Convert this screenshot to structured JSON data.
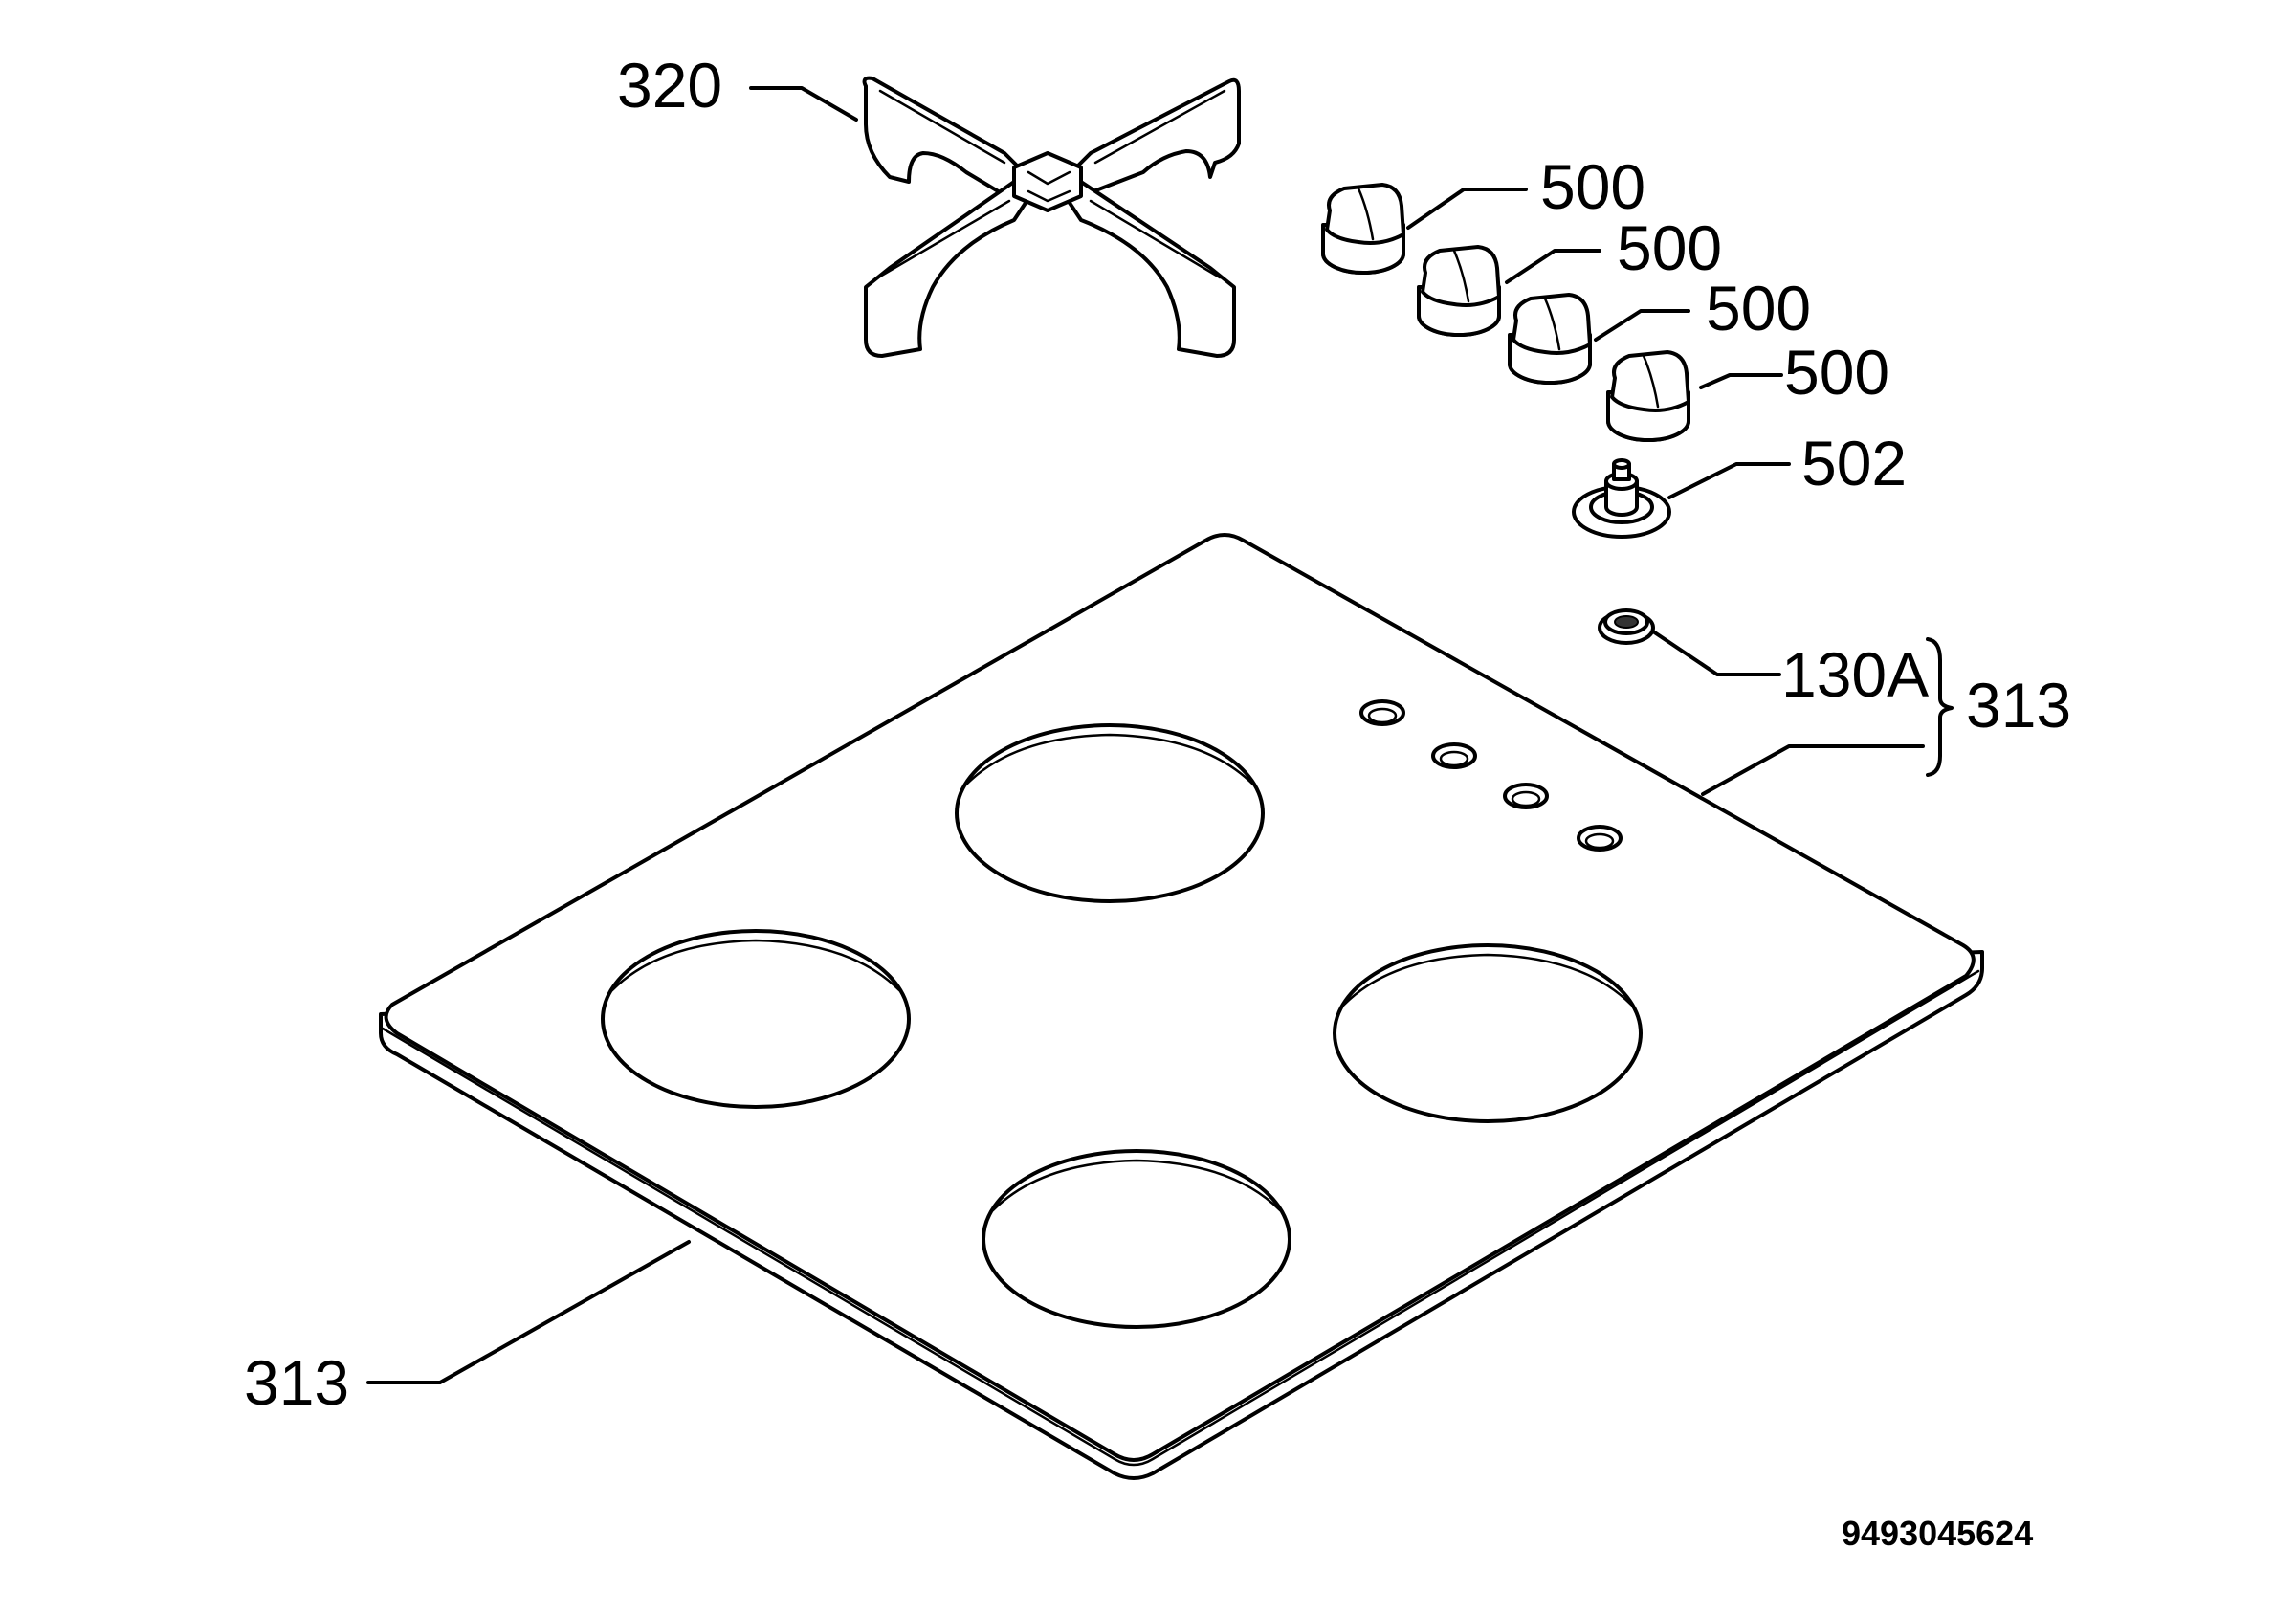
{
  "callouts": {
    "grate": "320",
    "knob_1": "500",
    "knob_2": "500",
    "knob_3": "500",
    "knob_4": "500",
    "spark_button": "502",
    "grommet": "130A",
    "group_313": "313",
    "hob_top": "313"
  },
  "document_number": "9493045624",
  "colors": {
    "line": "#000000",
    "background": "#ffffff"
  }
}
